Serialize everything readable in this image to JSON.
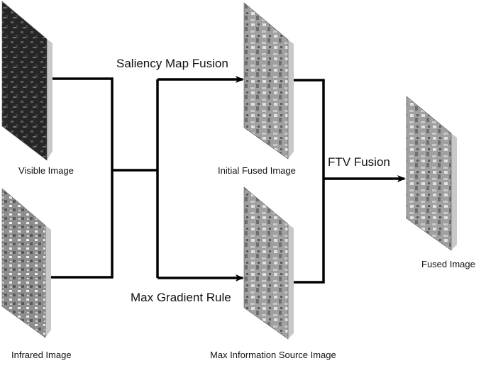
{
  "labels": {
    "visible": "Visible Image",
    "infrared": "Infrared Image",
    "initial": "Initial Fused Image",
    "maxinfo": "Max Information Source Image",
    "fused": "Fused Image"
  },
  "arrows": {
    "saliency": "Saliency Map Fusion",
    "gradient": "Max Gradient Rule",
    "ftv": "FTV Fusion"
  },
  "colors": {
    "line": "#000000",
    "text": "#111111",
    "visible_tone": "#2a2a2a",
    "bright_tone": "#a8a8a8"
  }
}
